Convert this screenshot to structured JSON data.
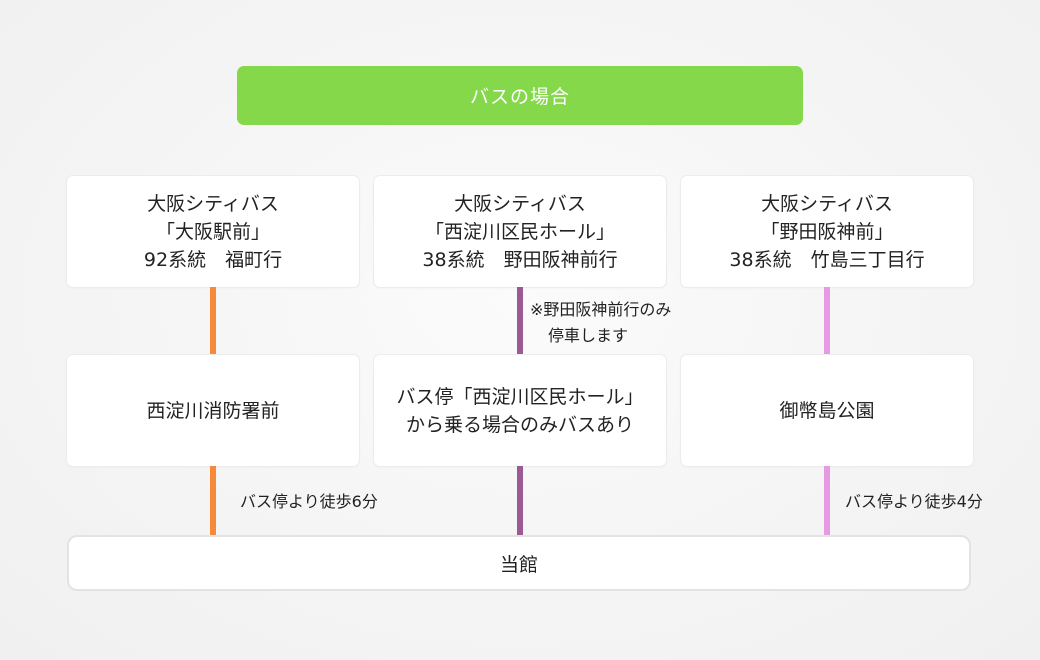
{
  "header": {
    "title": "バスの場合"
  },
  "routes": [
    {
      "start": {
        "line1": "大阪シティバス",
        "line2": "「大阪駅前」",
        "line3": "92系統　福町行"
      },
      "middle": {
        "line1": "西淀川消防署前",
        "line2": ""
      },
      "note_top": {
        "line1": "",
        "line2": ""
      },
      "note_bottom": "バス停より徒歩6分",
      "color": "#f48a3a"
    },
    {
      "start": {
        "line1": "大阪シティバス",
        "line2": "「西淀川区民ホール」",
        "line3": "38系統　野田阪神前行"
      },
      "middle": {
        "line1": "バス停「西淀川区民ホール」",
        "line2": "から乗る場合のみバスあり"
      },
      "note_top": {
        "line1": "※野田阪神前行のみ",
        "line2": "停車します"
      },
      "note_bottom": "",
      "color": "#9a5a93"
    },
    {
      "start": {
        "line1": "大阪シティバス",
        "line2": "「野田阪神前」",
        "line3": "38系統　竹島三丁目行"
      },
      "middle": {
        "line1": "御幣島公園",
        "line2": ""
      },
      "note_top": {
        "line1": "",
        "line2": ""
      },
      "note_bottom": "バス停より徒歩4分",
      "color": "#e79ae4"
    }
  ],
  "destination": "当館"
}
